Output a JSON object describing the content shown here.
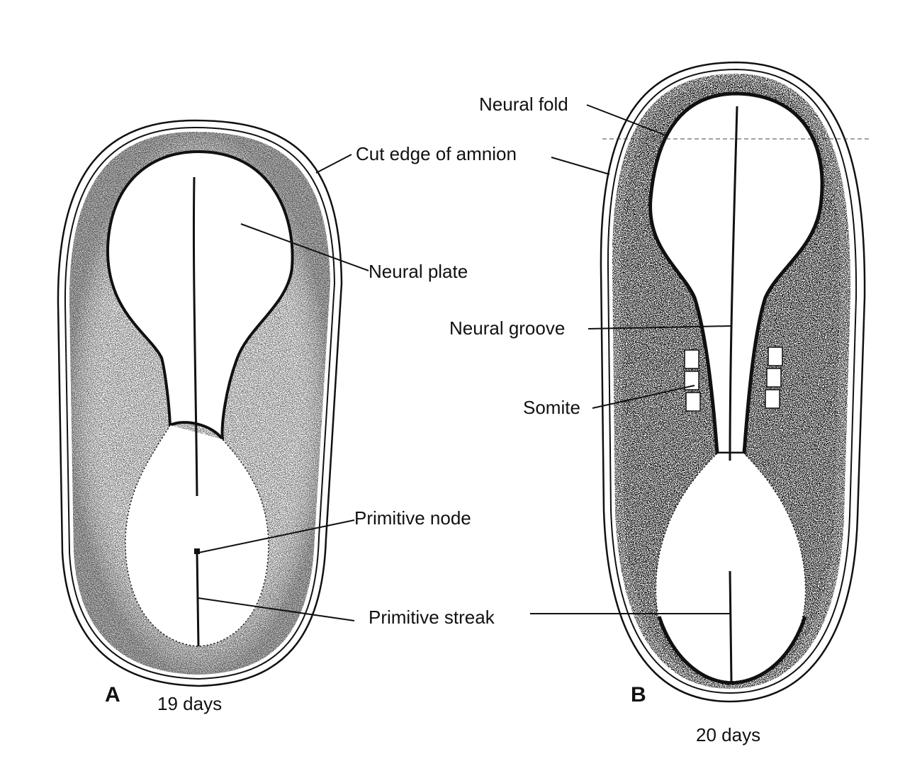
{
  "labels": {
    "neural_fold": "Neural fold",
    "cut_edge_of_amnion": "Cut edge of amnion",
    "neural_plate": "Neural plate",
    "neural_groove": "Neural groove",
    "somite": "Somite",
    "primitive_node": "Primitive node",
    "primitive_streak": "Primitive streak"
  },
  "panels": {
    "a": {
      "letter": "A",
      "age": "19 days"
    },
    "b": {
      "letter": "B",
      "age": "20 days"
    }
  },
  "colors": {
    "ink": "#111111",
    "paper": "#ffffff"
  }
}
